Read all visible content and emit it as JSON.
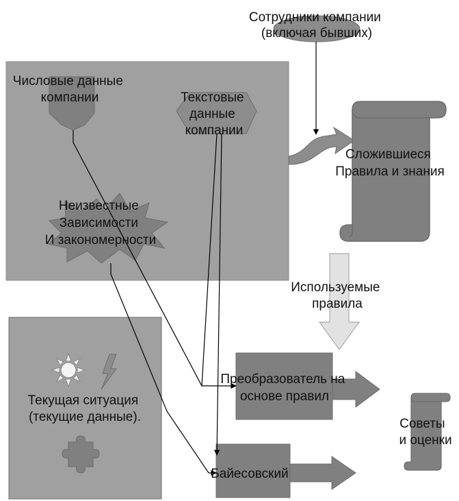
{
  "colors": {
    "panel": "#a0a0a0",
    "shape_dark": "#808080",
    "shape_mid": "#8c8c8c",
    "light_arrow": "#e2e2e2",
    "stroke": "#6c6c6c",
    "line": "#000000"
  },
  "labels": {
    "employees": [
      "Сотрудники компании",
      "(включая бывших)"
    ],
    "numeric_data": [
      "Числовые данные",
      "компании"
    ],
    "text_data": [
      "Текстовые",
      "данные",
      "компании"
    ],
    "unknown": [
      "Неизвестные",
      "Зависимости",
      "И закономерности"
    ],
    "rules_knowledge": [
      "Сложившиеся",
      "Правила и знания"
    ],
    "used_rules": [
      "Используемые",
      "правила"
    ],
    "current_situation": [
      "Текущая ситуация",
      "(текущие данные)."
    ],
    "converter": [
      "Преобразователь на",
      "основе правил"
    ],
    "bayes": [
      "Байесовский"
    ],
    "advice": [
      "Советы",
      "и оценки"
    ]
  },
  "icons": [
    "sun-icon",
    "lightning-icon",
    "puzzle-icon",
    "scroll-icon",
    "star-icon"
  ]
}
